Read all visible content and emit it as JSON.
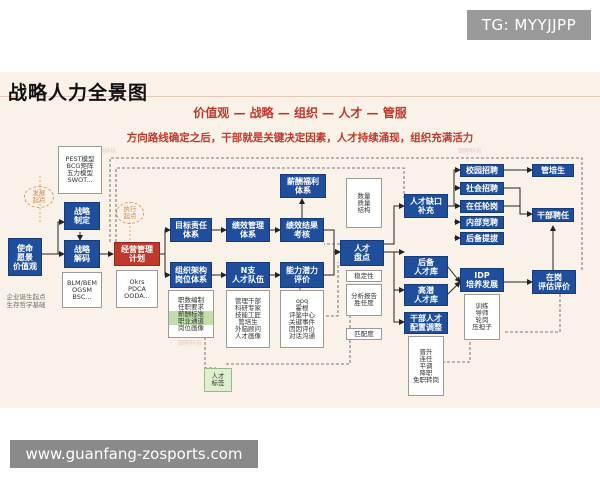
{
  "overlay": {
    "tg_label": "TG: MYYJJPP",
    "site_url": "www.guanfang-zosports.com"
  },
  "slide": {
    "title": "战略人力全景图",
    "values_line": "价值观 — 战略 — 组织 — 人才 — 管服",
    "subtitle": "方向路线确定之后，干部就是关键决定因素，人才持续涌现，组织充满活力"
  },
  "watermarks": [
    "御翔科技",
    "御翔科技",
    "御翔科技"
  ],
  "nodes": {
    "mission": "使命\n愿景\n价值观",
    "strategy_formulation": "战略\n制定",
    "strategy_decoding": "战略\n解码",
    "business_plan": "经营管理\n计划",
    "goal_responsibility": "目标责任\n体系",
    "org_structure": "组织架构\n岗位体系",
    "performance_mgmt": "绩效管理\n体系",
    "n_teams": "N支\n人才队伍",
    "perf_assessment": "绩效结果\n考核",
    "ability_eval": "能力潜力\n评价",
    "compensation": "薪酬福利\n体系",
    "talent_inventory": "人才\n盘点",
    "talent_gap": "人才缺口\n补充",
    "reserve_pool": "后备\n人才库",
    "potential_pool": "高潜\n人才库",
    "cadre_adjust": "干部人才\n配置调整",
    "idp": "IDP\n培养发展",
    "onjob_eval": "在岗\n评估评价",
    "campus": "校园招聘",
    "social": "社会招聘",
    "rotation": "在任轮岗",
    "internal": "内部竞聘",
    "reserve_promote": "后备提拔",
    "trainee": "管培生",
    "cadre_onjob": "干部聘任"
  },
  "lists": {
    "tools_left": [
      "PEST模型",
      "BCG矩阵",
      "五力模型",
      "SWOT..."
    ],
    "tools_decode": [
      "BLM/BEM",
      "OGSM",
      "BSC..."
    ],
    "plan_tools": [
      "Okrs",
      "PDCA",
      "OODA..."
    ],
    "org_items": [
      "职数编制",
      "任职要求",
      "薪酬标准",
      "职业通道",
      "岗位画像"
    ],
    "team_items": [
      "管理干部",
      "科研专家",
      "技能工匠",
      "管培生",
      "外脑顾问",
      "人才画像"
    ],
    "ability_items": [
      "opq",
      "霍根",
      "评鉴中心",
      "关键事件",
      "因因评价",
      "对话沟通"
    ],
    "inventory_top": [
      "数量",
      "质量",
      "结构"
    ],
    "inventory_bottom": [
      "分析报告",
      "胜任度"
    ],
    "inventory_extra": [
      "稳定性"
    ],
    "inventory_match": "匹配度",
    "idp_items": [
      "训练",
      "导师",
      "轮岗",
      "压担子"
    ],
    "adjust_items": [
      "晋升",
      "连任",
      "平调",
      "降职",
      "免职转岗"
    ]
  },
  "labels": {
    "dev_start": "发展\n起点",
    "exec_start": "执行\n起点",
    "talent_tag": "人才\n标签",
    "origin_note": "企业诞生起点\n生存哲学基础"
  }
}
